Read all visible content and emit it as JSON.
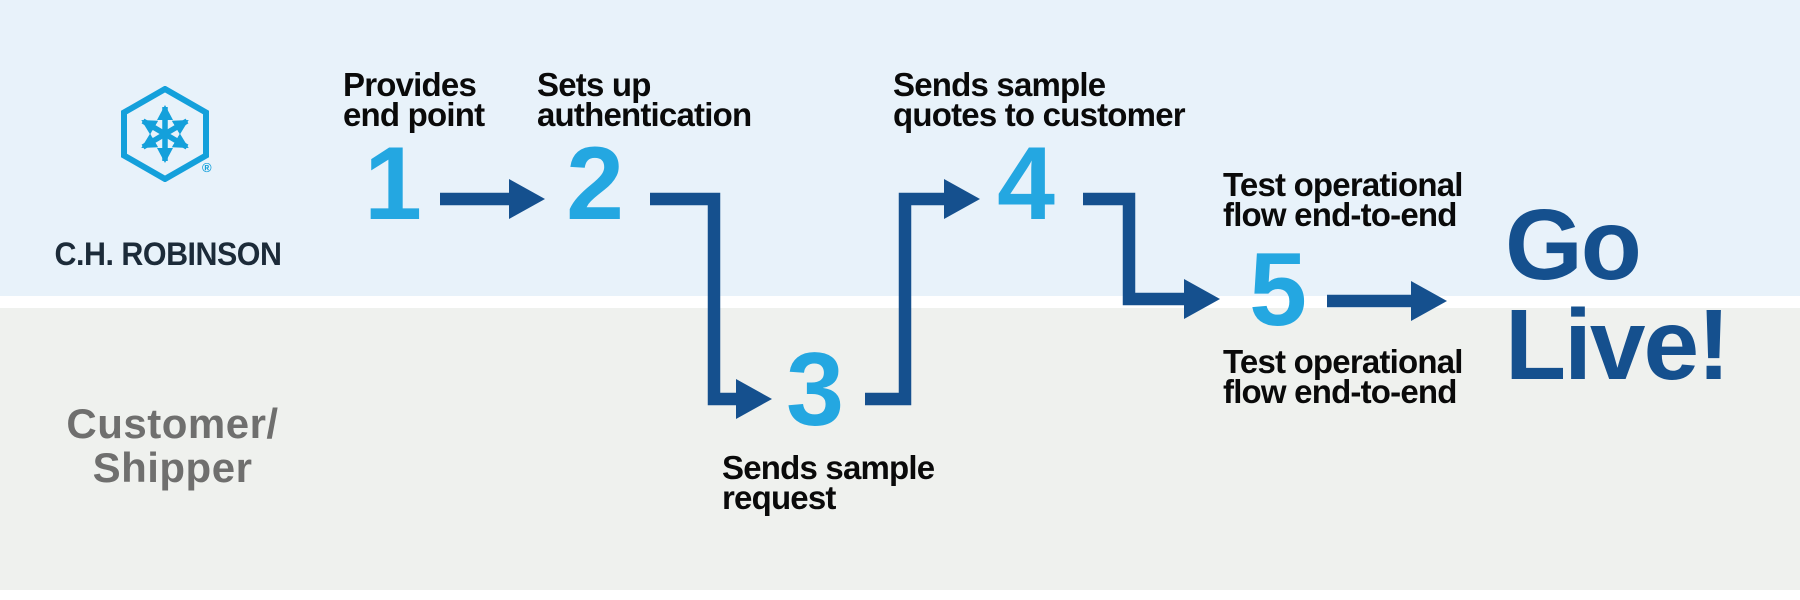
{
  "brand": {
    "wordmark": "C.H. ROBINSON",
    "registered_mark": "®",
    "logo_icon": "hexagon-with-outward-arrows"
  },
  "lanes": {
    "bottom_actor_lines": [
      "Customer/",
      "Shipper"
    ]
  },
  "steps": [
    {
      "number": "1",
      "label_lines": [
        "Provides",
        "end point"
      ]
    },
    {
      "number": "2",
      "label_lines": [
        "Sets up",
        "authentication"
      ]
    },
    {
      "number": "3",
      "label_lines": [
        "Sends sample",
        "request"
      ]
    },
    {
      "number": "4",
      "label_lines": [
        "Sends sample",
        "quotes to customer"
      ]
    },
    {
      "number": "5",
      "label_above_lines": [
        "Test operational",
        "flow end-to-end"
      ],
      "label_below_lines": [
        "Test operational",
        "flow end-to-end"
      ]
    }
  ],
  "outcome_lines": [
    "Go",
    "Live!"
  ],
  "colors": {
    "lane_top_bg": "#e8f2fa",
    "lane_bottom_bg": "#eff1ee",
    "separator_white": "#ffffff",
    "step_number_blue": "#24a7e1",
    "arrow_dark_blue": "#15508e",
    "outcome_dark_blue": "#15508e",
    "logo_blue": "#14a0db",
    "wordmark_navy": "#1c2b39",
    "label_black": "#0a0a0a",
    "lane_label_gray": "#6f6f6e"
  }
}
